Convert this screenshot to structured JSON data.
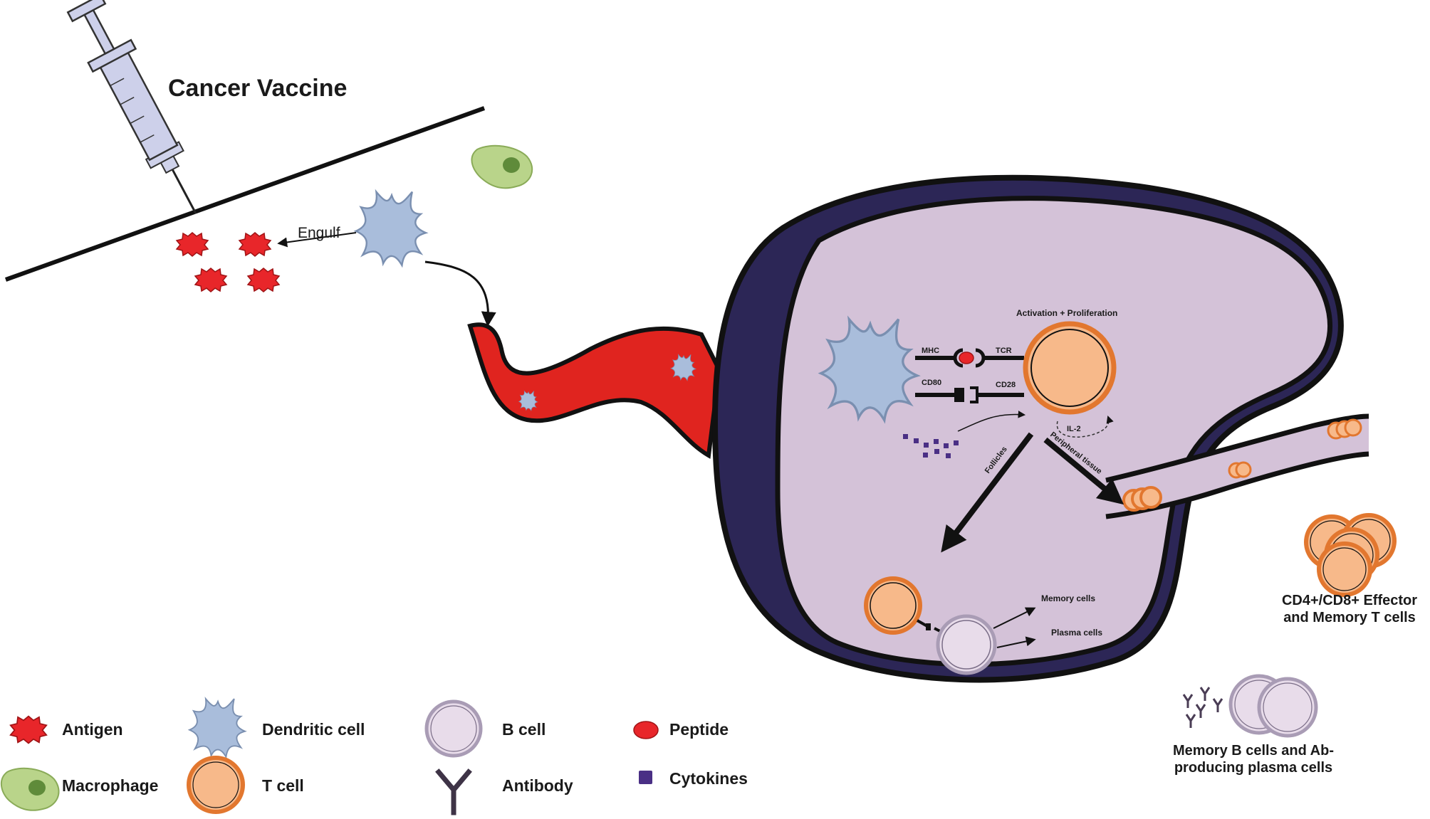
{
  "title": "Cancer Vaccine",
  "labels": {
    "engulf": "Engulf",
    "activation": "Activation + Proliferation",
    "mhc": "MHC",
    "tcr": "TCR",
    "cd80": "CD80",
    "cd28": "CD28",
    "il2": "IL-2",
    "follicles": "Follicles",
    "peripheral": "Peripheral tissue",
    "memory_cells": "Memory cells",
    "plasma_cells": "Plasma cells",
    "effector_line1": "CD4+/CD8+ Effector",
    "effector_line2": "and Memory T cells",
    "memoryb_line1": "Memory B cells and Ab-",
    "memoryb_line2": "producing plasma cells"
  },
  "legend": [
    {
      "icon": "antigen-icon",
      "label": "Antigen"
    },
    {
      "icon": "dendritic-cell-icon",
      "label": "Dendritic cell"
    },
    {
      "icon": "b-cell-icon",
      "label": "B cell"
    },
    {
      "icon": "peptide-icon",
      "label": "Peptide"
    },
    {
      "icon": "macrophage-icon",
      "label": "Macrophage"
    },
    {
      "icon": "t-cell-icon",
      "label": "T cell"
    },
    {
      "icon": "antibody-icon",
      "label": "Antibody"
    },
    {
      "icon": "cytokine-icon",
      "label": "Cytokines"
    }
  ],
  "colors": {
    "antigen": "#e8262a",
    "dendritic": "#a9bddb",
    "macrophage": "#b9d48a",
    "macrophage_nucleus": "#5f8b3a",
    "t_cell_fill": "#f7b98a",
    "t_cell_ring": "#e2772f",
    "b_cell_fill": "#e8dcea",
    "b_cell_ring": "#a99cb5",
    "lymph_fill": "#d4c2d8",
    "lymph_capsule": "#2c2656",
    "vessel": "#e0241f",
    "cytokine": "#4a2f85"
  }
}
